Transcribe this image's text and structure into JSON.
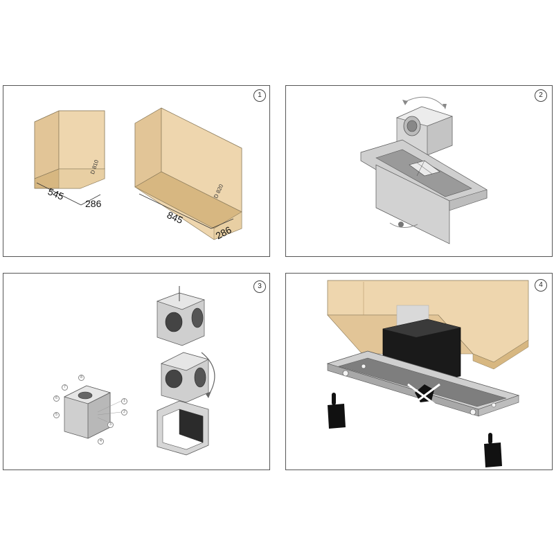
{
  "panels": [
    {
      "step": "1",
      "cabinets": [
        {
          "code": "D 810",
          "width": "545",
          "depth": "286"
        },
        {
          "code": "D 820",
          "width": "845",
          "depth": "286"
        }
      ]
    },
    {
      "step": "2"
    },
    {
      "step": "3",
      "callouts": [
        "8",
        "7",
        "6",
        "5",
        "4",
        "3",
        "2",
        "1"
      ]
    },
    {
      "step": "4"
    }
  ],
  "colors": {
    "cabinet_face": "#eed6ae",
    "cabinet_side": "#e2c597",
    "cabinet_inner": "#d7b781",
    "metal": "#c9c9c9",
    "metal_dark": "#8a8a8a",
    "motor_black": "#1a1a1a",
    "frame": "#555555"
  }
}
